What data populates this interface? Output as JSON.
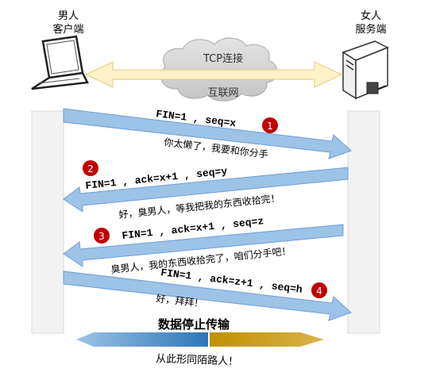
{
  "client": {
    "label_line1": "男人",
    "label_line2": "客户端"
  },
  "server": {
    "label_line1": "女人",
    "label_line2": "服务端"
  },
  "cloud": {
    "top_label": "TCP连接",
    "bottom_label": "互联网"
  },
  "steps": [
    {
      "number": "1",
      "flags": "FIN=1 , seq=x",
      "message": "你太懒了，我要和你分手",
      "color": "#c00000"
    },
    {
      "number": "2",
      "flags": "FIN=1 , ack=x+1 , seq=y",
      "message": "好，臭男人，等我把我的东西收拾完！",
      "color": "#c00000"
    },
    {
      "number": "3",
      "flags": "FIN=1 , ack=x+1 , seq=z",
      "message": "臭男人，我的东西收拾完了，咱们分手吧！",
      "color": "#c00000"
    },
    {
      "number": "4",
      "flags": "FIN=1 , ack=z+1 , seq=h",
      "message": "好，拜拜！",
      "color": "#c00000"
    }
  ],
  "footer": {
    "stop_label": "数据停止传输",
    "end_label": "从此形同陌路人！"
  },
  "colors": {
    "arrow_fill": "#9dc3e6",
    "arrow_stroke": "#6f9fd8",
    "lifeline": "#f2f2f2",
    "left_arrow": "#2e75b6",
    "right_arrow": "#bf9000"
  }
}
